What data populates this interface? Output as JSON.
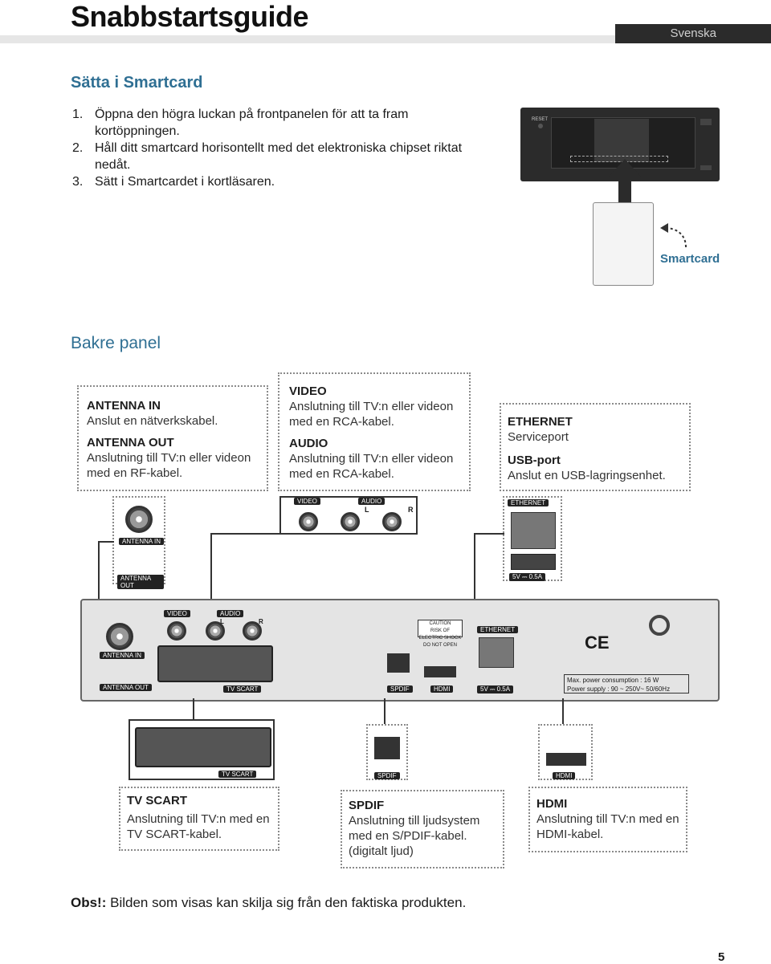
{
  "header": {
    "title": "Snabbstartsguide",
    "language": "Svenska"
  },
  "smartcard_section": {
    "heading": "Sätta i Smartcard",
    "steps": [
      {
        "num": "1.",
        "text": "Öppna den högra luckan på frontpanelen för att ta fram kortöppningen."
      },
      {
        "num": "2.",
        "text": "Håll ditt smartcard horisontellt med det elektroniska chipset riktat nedåt."
      },
      {
        "num": "3.",
        "text": "Sätt i Smartcardet i kortläsaren."
      }
    ],
    "figure": {
      "reset_label": "RESET",
      "card_label": "Smartcard"
    }
  },
  "rear_section": {
    "heading": "Bakre panel",
    "callouts": {
      "antenna": [
        {
          "title": "ANTENNA IN",
          "desc": "Anslut en nätverkskabel."
        },
        {
          "title": "ANTENNA OUT",
          "desc": "Anslutning till TV:n eller videon med en RF-kabel."
        }
      ],
      "av": [
        {
          "title": "VIDEO",
          "desc": "Anslutning till TV:n eller videon med en RCA-kabel."
        },
        {
          "title": "AUDIO",
          "desc": "Anslutning till TV:n eller videon med en RCA-kabel."
        }
      ],
      "net": [
        {
          "title": "ETHERNET",
          "desc": "Serviceport"
        },
        {
          "title": "USB-port",
          "desc": "Anslut en USB-lagringsenhet."
        }
      ],
      "scart": {
        "title": "TV SCART",
        "desc": "Anslutning till TV:n med en TV SCART-kabel."
      },
      "spdif": {
        "title": "SPDIF",
        "desc": "Anslutning till ljudsystem med en S/PDIF-kabel. (digitalt ljud)"
      },
      "hdmi": {
        "title": "HDMI",
        "desc": "Anslutning till TV:n med en HDMI-kabel."
      }
    },
    "port_labels": {
      "antenna_in": "ANTENNA IN",
      "antenna_out": "ANTENNA OUT",
      "video": "VIDEO",
      "audio": "AUDIO",
      "audio_l": "L",
      "audio_r": "R",
      "ethernet": "ETHERNET",
      "usb": "5V ⎓ 0.5A",
      "tv_scart": "TV SCART",
      "spdif": "SPDIF",
      "hdmi": "HDMI",
      "caution": "CAUTION",
      "caution_sub": "RISK OF ELECTRIC SHOCK DO NOT OPEN",
      "power_1": "Max. power consumption : 16 W",
      "power_2": "Power supply : 90 ~ 250V~ 50/60Hz",
      "ce": "CE"
    }
  },
  "footer": {
    "note_label": "Obs!:",
    "note_text": "Bilden som visas kan skilja sig från den faktiska produkten.",
    "page_number": "5"
  },
  "colors": {
    "heading_blue": "#2f6f93",
    "dark_bar": "#2b2b2b",
    "device": "#2b2b2b"
  }
}
